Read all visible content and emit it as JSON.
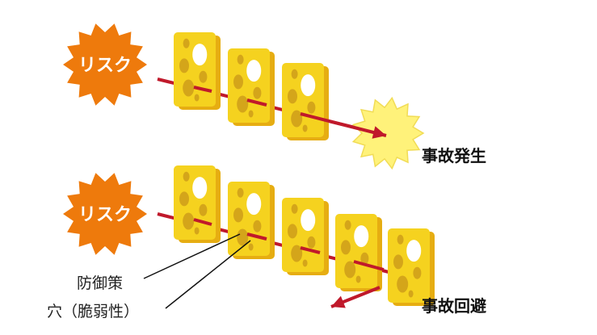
{
  "top": {
    "risk_label": "リスク",
    "outcome": "事故発生"
  },
  "bottom": {
    "risk_label": "リスク",
    "outcome": "事故回避"
  },
  "labels": {
    "defense": "防御策",
    "hole": "穴（脆弱性）"
  },
  "colors": {
    "risk": "#ee7a0c",
    "cheese": "#f5d21f",
    "cheese_side": "#e6ad12",
    "hole": "#d4a51a",
    "arrow": "#c0192b",
    "accident": "#fff27a"
  }
}
